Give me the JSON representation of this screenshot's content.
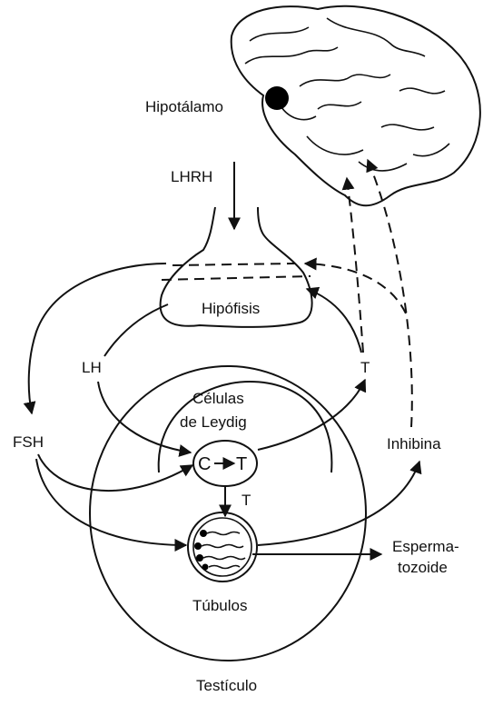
{
  "labels": {
    "hypothalamus": "Hipotálamo",
    "lhrh": "LHRH",
    "pituitary": "Hipófisis",
    "lh": "LH",
    "t_right": "T",
    "fsh": "FSH",
    "leydig_line1": "Células",
    "leydig_line2": "de Leydig",
    "conversion_c": "C",
    "conversion_t": "T",
    "t_inner": "T",
    "inhibin": "Inhibina",
    "sperm_line1": "Esperma-",
    "sperm_line2": "tozoide",
    "tubules": "Túbulos",
    "testicle": "Testículo"
  },
  "colors": {
    "ink": "#111111",
    "brain_dot": "#000000",
    "background": "#ffffff"
  }
}
